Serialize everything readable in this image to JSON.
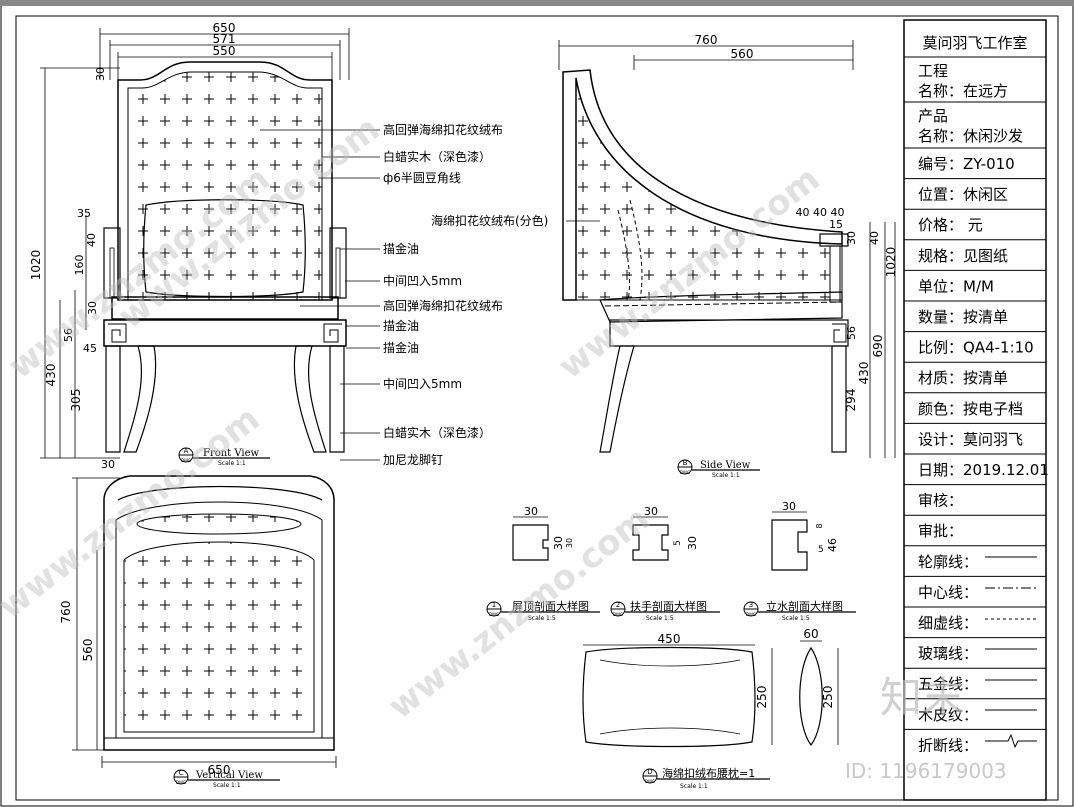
{
  "title_block": {
    "studio": "莫问羽飞工作室",
    "project_label": "工程",
    "project_name": "名称：在远方",
    "product_label": "产品",
    "product_name": "名称：休闲沙发",
    "rows": [
      "编号：ZY-010",
      "位置：休闲区",
      "价格：    元",
      "规格：见图纸",
      "单位：M/M",
      "数量：按清单",
      "比例：QA4-1:10",
      "材质：按清单",
      "颜色：按电子档",
      "设计：莫问羽飞",
      "日期：2019.12.01",
      "审核：",
      "审批：",
      "轮廓线：",
      "中心线：",
      "细虚线：",
      "玻璃线：",
      "五金线：",
      "木皮纹：",
      "折断线："
    ]
  },
  "front_view": {
    "dims_top": [
      "650",
      "571",
      "550"
    ],
    "dims_left": [
      "1020",
      "30",
      "35",
      "40",
      "160",
      "30",
      "56",
      "45",
      "430",
      "305",
      "30"
    ],
    "annotations": [
      "高回弹海绵扣花纹绒布",
      "白蜡实木（深色漆）",
      "ф6半圆豆角线",
      "描金油",
      "中间凹入5mm",
      "高回弹海绵扣花纹绒布",
      "描金油",
      "描金油",
      "中间凹入5mm",
      "白蜡实木（深色漆）",
      "加尼龙脚钉"
    ],
    "label_letter": "A",
    "label_scale_tag": "DWG",
    "label_title": "Front View",
    "label_scale": "Scale 1:1"
  },
  "side_view": {
    "dims_top": [
      "760",
      "560"
    ],
    "dims_small": "40 40 40",
    "dim_15": "15",
    "dims_right": [
      "30",
      "40",
      "1020",
      "690",
      "56",
      "430",
      "294"
    ],
    "fabric_note": "海绵扣花纹绒布(分色)",
    "label_letter": "B",
    "label_scale_tag": "DWG",
    "label_title": "Side View",
    "label_scale": "Scale 1:1"
  },
  "vertical_view": {
    "dims_left": [
      "760",
      "560"
    ],
    "dim_bottom": "650",
    "label_letter": "C",
    "label_scale_tag": "DWG",
    "label_title": "Vertical View",
    "label_scale": "Scale 1:1"
  },
  "sections": [
    {
      "num": "1",
      "tag": "DWG",
      "title": "屏顶剖面大样图",
      "scale": "Scale 1:5",
      "w": "30",
      "h": "30",
      "h2": "30"
    },
    {
      "num": "2",
      "tag": "DWG",
      "title": "扶手剖面大样图",
      "scale": "Scale 1:5",
      "w": "30",
      "h": "30",
      "h2": "5"
    },
    {
      "num": "3",
      "tag": "DWG",
      "title": "立水剖面大样图",
      "scale": "Scale 1:5",
      "w": "30",
      "h": "46",
      "h2": "5",
      "h3": "8"
    }
  ],
  "cushion": {
    "w": "450",
    "h": "250",
    "side_w": "60",
    "side_h": "250",
    "label_letter": "D",
    "label_scale_tag": "DWG",
    "label_title": "海绵扣绒布腰枕=1",
    "label_scale": "Scale 1:1"
  },
  "watermark": {
    "text": "www.znzmo.com",
    "logo": "知末",
    "id": "ID: 1196179003"
  }
}
